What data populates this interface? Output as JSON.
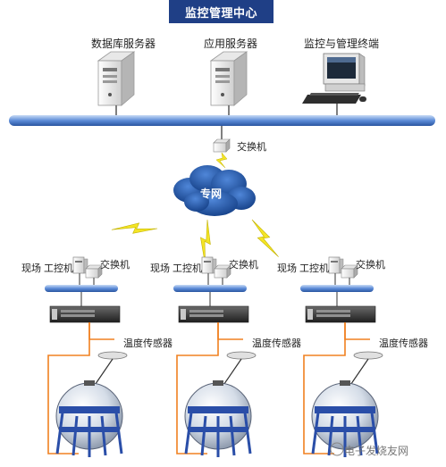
{
  "header": {
    "title": "监控管理中心"
  },
  "top_nodes": [
    {
      "label": "数据库服务器"
    },
    {
      "label": "应用服务器"
    },
    {
      "label": "监控与管理终端"
    }
  ],
  "core": {
    "switch_label": "交换机",
    "network_label": "专网"
  },
  "sites": [
    {
      "pc_label": "现场 工控机",
      "switch_label": "交换机",
      "sensor_label": "温度传感器"
    },
    {
      "pc_label": "现场 工控机",
      "switch_label": "交换机",
      "sensor_label": "温度传感器"
    },
    {
      "pc_label": "现场 工控机",
      "switch_label": "交换机",
      "sensor_label": "温度传感器"
    }
  ],
  "watermark": "电子发烧友网",
  "colors": {
    "header_bg": "#1f3f86",
    "bus": "#4f7fd0",
    "cloud": "#1f58a8",
    "wire": "#f08020",
    "lightning": "#f2e020"
  }
}
